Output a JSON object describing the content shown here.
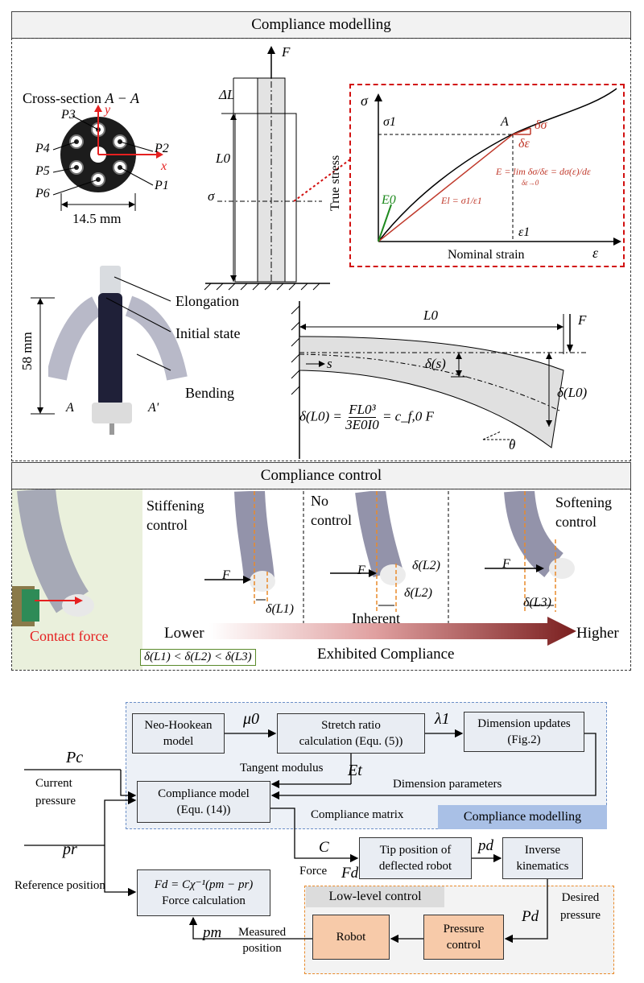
{
  "top": {
    "header": "Compliance modelling",
    "cross_section_title": "Cross-section",
    "cross_section_aa": "A − A",
    "chambers": [
      "P3",
      "P2",
      "P4",
      "P5",
      "P6",
      "P1"
    ],
    "axis_x": "x",
    "axis_y": "y",
    "diameter": "14.5 mm",
    "force_F": "F",
    "delta_L": "ΔL",
    "L0": "L0",
    "sigma": "σ",
    "robot_labels": {
      "elongation": "Elongation",
      "initial": "Initial state",
      "bending": "Bending"
    },
    "height_58": "58 mm",
    "section_A": "A",
    "section_A2": "A'",
    "beam": {
      "L0": "L0",
      "F": "F",
      "s": "s",
      "delta_s": "δ(s)",
      "delta_L0": "δ(L0)",
      "theta": "θ",
      "formula_left": "δ(L0) =",
      "formula_num": "FL0³",
      "formula_den": "3E0I0",
      "formula_right": "= c_f,0 F"
    }
  },
  "stress_chart": {
    "y_label": "True stress",
    "x_label": "Nominal strain",
    "y_sym": "σ",
    "x_sym": "ε",
    "sigma1": "σ1",
    "eps1": "ε1",
    "point_A": "A",
    "delta_sigma": "δσ",
    "delta_eps": "δε",
    "E0": "E0",
    "El": "El =",
    "El_frac_num": "σ1",
    "El_frac_den": "ε1",
    "E_formula": "E = lim δσ/δε = dσ(ε)/dε",
    "E_lim_sub": "δε→0"
  },
  "control": {
    "header": "Compliance control",
    "contact_force": "Contact force",
    "stiffening": [
      "Stiffening",
      "control"
    ],
    "no_control": [
      "No",
      "control"
    ],
    "softening": [
      "Softening",
      "control"
    ],
    "F": "F",
    "dL1": "δ(L1)",
    "dL2a": "δ(L2)",
    "dL2b": "δ(L2)",
    "dL3": "δ(L3)",
    "inherent": "Inherent",
    "lower": "Lower",
    "higher": "Higher",
    "exhibited": "Exhibited Compliance",
    "inequality": "δ(L1) < δ(L2) < δ(L3)"
  },
  "flow": {
    "neo": [
      "Neo-Hookean",
      "model"
    ],
    "mu0": "μ0",
    "stretch": [
      "Stretch ratio",
      "calculation (Equ. (5))"
    ],
    "lambda1": "λ1",
    "dim_updates": [
      "Dimension updates",
      "(Fig.2)"
    ],
    "tangent": "Tangent modulus",
    "Et": "Et",
    "dim_params": "Dimension parameters",
    "Pc": "Pc",
    "current": [
      "Current",
      "pressure"
    ],
    "compliance_model": [
      "Compliance model",
      "(Equ. (14))"
    ],
    "compliance_matrix": "Compliance matrix",
    "compliance_modelling_tag": "Compliance modelling",
    "pr": "pr",
    "ref_pos": "Reference position",
    "C": "C",
    "force_Fd": "Force",
    "Fd": "Fd",
    "tip": [
      "Tip position of",
      "deflected robot"
    ],
    "pd": "pd",
    "inverse": [
      "Inverse",
      "kinematics"
    ],
    "force_calc_eq": "Fd = Cχ⁻¹(pm − pr)",
    "force_calc": "Force calculation",
    "low_level": "Low-level control",
    "desired": [
      "Desired",
      "pressure"
    ],
    "Pd": "Pd",
    "pm": "pm",
    "measured": [
      "Measured",
      "position"
    ],
    "robot": "Robot",
    "pressure_control": [
      "Pressure",
      "control"
    ]
  }
}
